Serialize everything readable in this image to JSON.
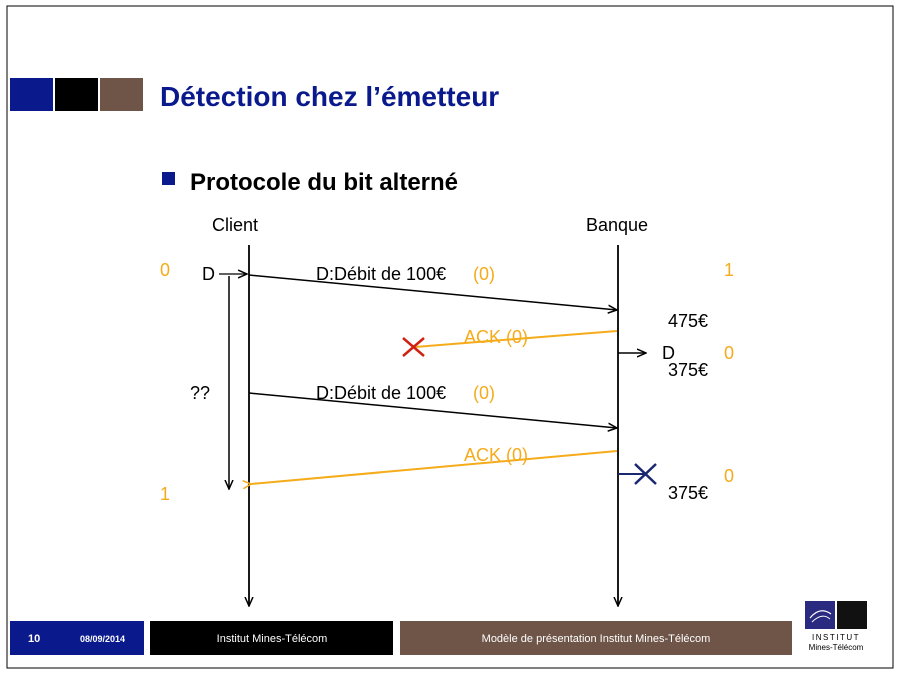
{
  "slide": {
    "title": "Détection chez l’émetteur",
    "bullet": "Protocole du bit alterné"
  },
  "colors": {
    "navy": "#0a1a8c",
    "black": "#000000",
    "brown": "#6e5548",
    "orange": "#f5ab1a",
    "red_cross": "#d02010",
    "blue_cross": "#1a2870",
    "title_text": "#0a1a8c"
  },
  "diagram": {
    "client_label": "Client",
    "bank_label": "Banque",
    "client_seq_start": "0",
    "client_seq_end": "1",
    "bank_seq_start": "1",
    "bank_seq_after_first": "0",
    "bank_seq_after_second": "0",
    "client_data_label": "D",
    "bank_data_label": "D",
    "timeout_label": "??",
    "msg1_text": "D:Débit de 100€",
    "msg1_seq": "(0)",
    "ack1_text": "ACK (0)",
    "msg2_text": "D:Débit de 100€",
    "msg2_seq": "(0)",
    "ack2_text": "ACK (0)",
    "balance_before": "475€",
    "balance_after_first": "375€",
    "balance_after_second": "375€"
  },
  "footer": {
    "page_number": "10",
    "date": "08/09/2014",
    "institution": "Institut Mines-Télécom",
    "template": "Modèle de présentation Institut Mines-Télécom",
    "logo_line1": "INSTITUT",
    "logo_line2": "Mines-Télécom"
  }
}
